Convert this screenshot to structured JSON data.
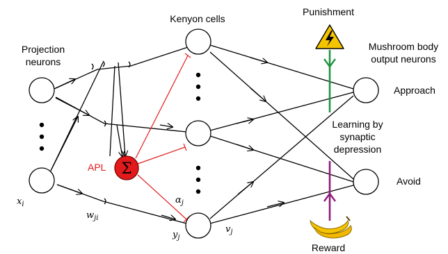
{
  "labels": {
    "projection_neurons_line1": "Projection",
    "projection_neurons_line2": "neurons",
    "kenyon_cells": "Kenyon cells",
    "punishment": "Punishment",
    "mbon_line1": "Mushroom body",
    "mbon_line2": "output neurons",
    "approach": "Approach",
    "avoid": "Avoid",
    "learning_line1": "Learning by",
    "learning_line2": "synaptic",
    "learning_line3": "depression",
    "apl": "APL",
    "sigma": "Σ",
    "reward": "Reward"
  },
  "math": {
    "x_i": "x",
    "x_i_sub": "i",
    "w_ji": "w",
    "w_ji_sub": "ji",
    "alpha_j": "α",
    "alpha_j_sub": "j",
    "y_j": "y",
    "y_j_sub": "j",
    "v_j": "v",
    "v_j_sub": "j"
  },
  "icons": {
    "punishment": "lightning-warning-sign-icon",
    "reward": "banana-icon"
  },
  "colors": {
    "apl": "#e31a1c",
    "punishment_line": "#1e9440",
    "reward_line": "#8e1a7a",
    "warning_sign": "#f5c400"
  }
}
